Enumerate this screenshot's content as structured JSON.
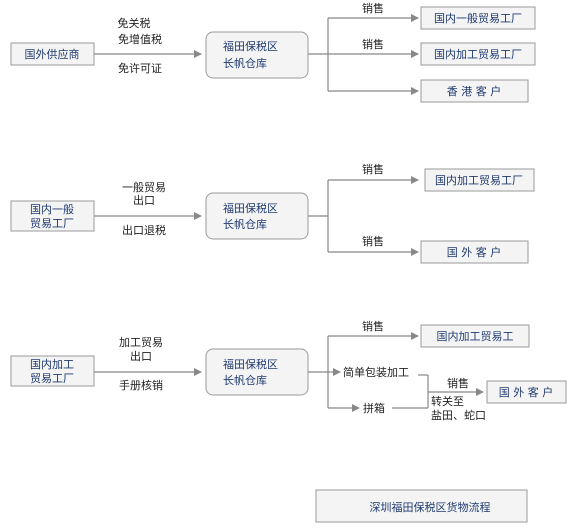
{
  "colors": {
    "box_fill": "#f4f4f4",
    "box_stroke": "#9a9a9a",
    "box_text": "#1f3a70",
    "line": "#888888",
    "label_text": "#222222"
  },
  "diagram": {
    "title": "深圳福田保税区货物流程",
    "flow1": {
      "source": "国外供应商",
      "labels": [
        "免关税",
        "免增值税",
        "免许可证"
      ],
      "warehouse": [
        "福田保税区",
        "长帆仓库"
      ],
      "sale_labels": [
        "销售",
        "销售"
      ],
      "targets": [
        "国内一般贸易工厂",
        "国内加工贸易工厂",
        "香 港 客 户"
      ]
    },
    "flow2": {
      "source": [
        "国内一般",
        "贸易工厂"
      ],
      "labels": [
        "一般贸易",
        "出口",
        "出口退税"
      ],
      "warehouse": [
        "福田保税区",
        "长帆仓库"
      ],
      "sale_labels": [
        "销售",
        "销售"
      ],
      "targets": [
        "国内加工贸易工厂",
        "国 外 客 户"
      ]
    },
    "flow3": {
      "source": [
        "国内加工",
        "贸易工厂"
      ],
      "labels": [
        "加工贸易",
        "出口",
        "手册核销"
      ],
      "warehouse": [
        "福田保税区",
        "长帆仓库"
      ],
      "sale_label_top": "销售",
      "target_top": "国内加工贸易工",
      "process": "简单包装加工",
      "pack": "拼箱",
      "sale_label_right": "销售",
      "target_right": "国 外 客 户",
      "transfer": [
        "转关至",
        "盐田、蛇口"
      ]
    }
  }
}
